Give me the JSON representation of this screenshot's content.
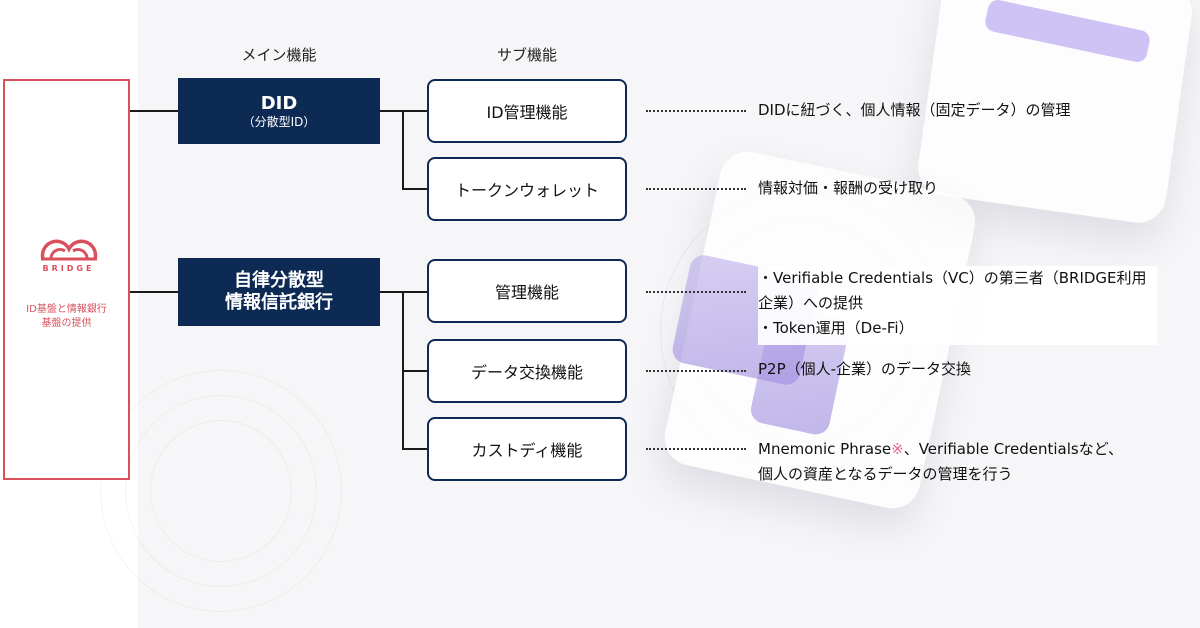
{
  "headers": {
    "main": "メイン機能",
    "sub": "サブ機能"
  },
  "platform": {
    "logo_text": "BRIDGE",
    "caption_line1": "ID基盤と情報銀行",
    "caption_line2": "基盤の提供",
    "accent_color": "#d9505c"
  },
  "main_functions": [
    {
      "title": "DID",
      "subtitle": "（分散型ID）"
    },
    {
      "title_line1": "自律分散型",
      "title_line2": "情報信託銀行"
    }
  ],
  "sub_functions": [
    {
      "label": "ID管理機能",
      "desc": [
        "DIDに紐づく、個人情報（固定データ）の管理"
      ]
    },
    {
      "label": "トークンウォレット",
      "desc": [
        "情報対価・報酬の受け取り"
      ]
    },
    {
      "label": "管理機能",
      "desc": [
        "・Verifiable Credentials（VC）の第三者（BRIDGE利用",
        "企業）への提供",
        "・Token運用（De-Fi）"
      ]
    },
    {
      "label": "データ交換機能",
      "desc": [
        "P2P（個人-企業）のデータ交換"
      ]
    },
    {
      "label": "カストディ機能",
      "desc_line1_a": "Mnemonic Phrase",
      "desc_line1_mark": "※",
      "desc_line1_b": "、Verifiable Credentialsなど、",
      "desc_line2": "個人の資産となるデータの管理を行う"
    }
  ],
  "colors": {
    "navy": "#0d2a55",
    "background_panel": "#f6f6f8"
  }
}
